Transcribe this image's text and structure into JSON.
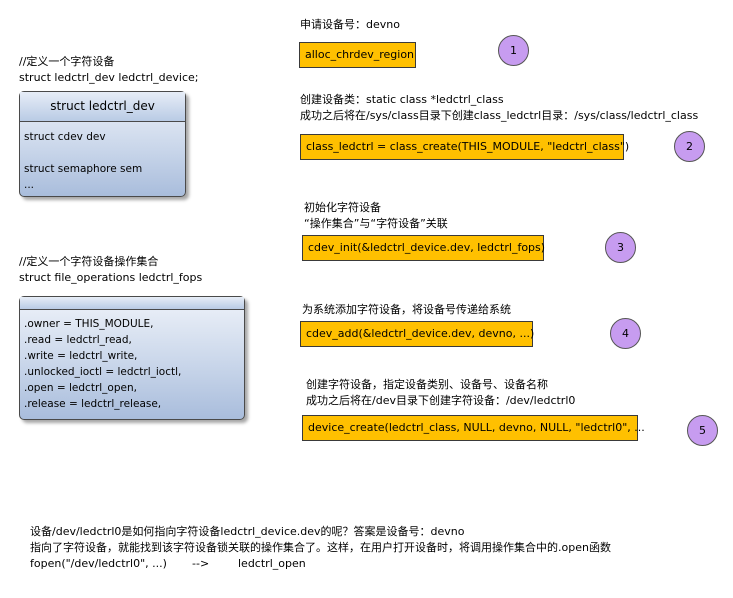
{
  "left": {
    "device_comment": "//定义一个字符设备",
    "device_decl": "struct ledctrl_dev ledctrl_device;",
    "device_card": {
      "title": "struct ledctrl_dev",
      "fields": [
        "struct cdev dev",
        "",
        "struct semaphore sem",
        "..."
      ]
    },
    "fops_comment": "//定义一个字符设备操作集合",
    "fops_decl": "struct file_operations ledctrl_fops",
    "fops_card": {
      "title": "",
      "fields": [
        ".owner = THIS_MODULE,",
        ".read = ledctrl_read,",
        ".write = ledctrl_write,",
        ".unlocked_ioctl = ledctrl_ioctl,",
        ".open = ledctrl_open,",
        ".release = ledctrl_release,"
      ]
    }
  },
  "steps": [
    {
      "number": "1",
      "notes": [
        "申请设备号：devno"
      ],
      "call": "alloc_chrdev_region"
    },
    {
      "number": "2",
      "notes": [
        "创建设备类：static class *ledctrl_class",
        "成功之后将在/sys/class目录下创建class_ledctrl目录：/sys/class/ledctrl_class"
      ],
      "call": "class_ledctrl = class_create(THIS_MODULE, \"ledctrl_class\")"
    },
    {
      "number": "3",
      "notes": [
        "初始化字符设备",
        "“操作集合”与“字符设备”关联"
      ],
      "call": "cdev_init(&ledctrl_device.dev, ledctrl_fops)"
    },
    {
      "number": "4",
      "notes": [
        "为系统添加字符设备，将设备号传递给系统"
      ],
      "call": "cdev_add(&ledctrl_device.dev, devno, ...)"
    },
    {
      "number": "5",
      "notes": [
        "创建字符设备，指定设备类别、设备号、设备名称",
        "成功之后将在/dev目录下创建字符设备：/dev/ledctrl0"
      ],
      "call": "device_create(ledctrl_class, NULL, devno, NULL, \"ledctrl0\", ..."
    }
  ],
  "footer": {
    "line1": "设备/dev/ledctrl0是如何指向字符设备ledctrl_device.dev的呢？答案是设备号：devno",
    "line2": "指向了字符设备，就能找到该字符设备锁关联的操作集合了。这样，在用户打开设备时，将调用操作集合中的.open函数",
    "call_left": "fopen(\"/dev/ledctrl0\", ...)",
    "arrow": "-->",
    "call_right": "ledctrl_open"
  },
  "colors": {
    "step_box": "#ffc000",
    "step_circle": "#c79cf0",
    "card_fill": "#c9d6ea"
  }
}
